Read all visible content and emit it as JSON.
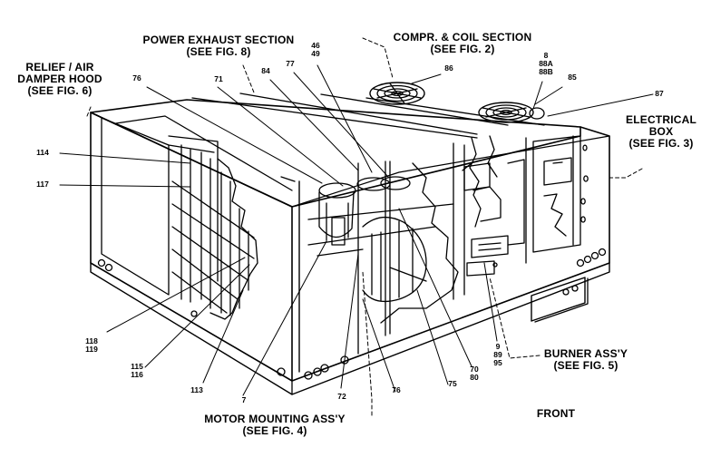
{
  "callouts": {
    "power_exhaust": {
      "line1": "POWER EXHAUST SECTION",
      "line2": "(SEE FIG. 8)"
    },
    "compr_coil": {
      "line1": "COMPR. & COIL SECTION",
      "line2": "(SEE FIG. 2)"
    },
    "relief_air": {
      "line1": "RELIEF / AIR",
      "line2": "DAMPER HOOD",
      "line3": "(SEE FIG. 6)"
    },
    "electrical_box": {
      "line1": "ELECTRICAL",
      "line2": "BOX",
      "line3": "(SEE FIG. 3)"
    },
    "burner_assy": {
      "line1": "BURNER ASS'Y",
      "line2": "(SEE FIG. 5)"
    },
    "motor_mounting": {
      "line1": "MOTOR MOUNTING ASS'Y",
      "line2": "(SEE FIG. 4)"
    },
    "front": "FRONT"
  },
  "part_numbers": {
    "p46": "46",
    "p49": "49",
    "p86": "86",
    "p8": "8",
    "p88a": "88A",
    "p88b": "88B",
    "p85": "85",
    "p87": "87",
    "p76_top": "76",
    "p71": "71",
    "p84": "84",
    "p77": "77",
    "p114": "114",
    "p117": "117",
    "p118": "118",
    "p119": "119",
    "p115": "115",
    "p116": "116",
    "p113": "113",
    "p7": "7",
    "p72": "72",
    "p76_bottom": "76",
    "p75": "75",
    "p70": "70",
    "p80": "80",
    "p9": "9",
    "p89": "89",
    "p95": "95"
  }
}
